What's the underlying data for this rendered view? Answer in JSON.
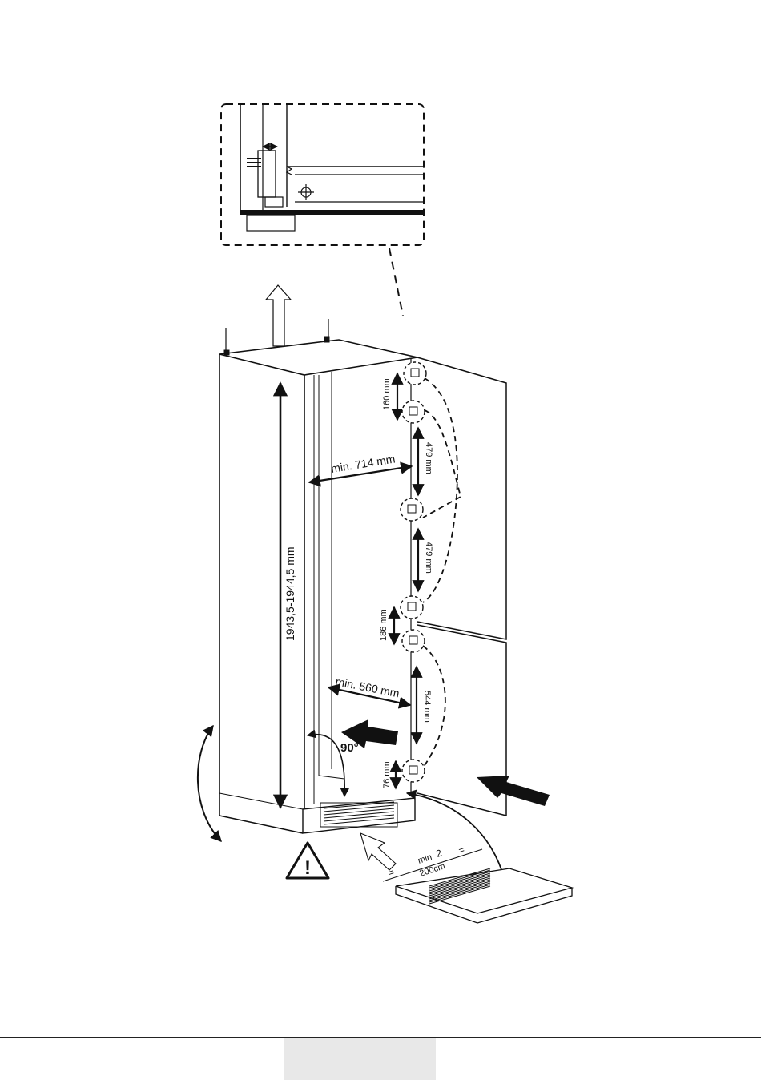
{
  "labels": {
    "height_total": "1943,5-1944,5 mm",
    "min_width_upper": "min. 714 mm",
    "min_width_lower": "min. 560 mm",
    "dim_160": "160 mm",
    "dim_479_a": "479 mm",
    "dim_479_b": "479 mm",
    "dim_186": "186 mm",
    "dim_544": "544 mm",
    "dim_76": "76 mm",
    "angle_90": "90°",
    "min_label": "min",
    "two_label": "2",
    "cm_label": "200cm",
    "eq_left": "=",
    "eq_right": "="
  },
  "icons": {
    "warning": "warning-triangle-icon",
    "exclamation": "!"
  }
}
